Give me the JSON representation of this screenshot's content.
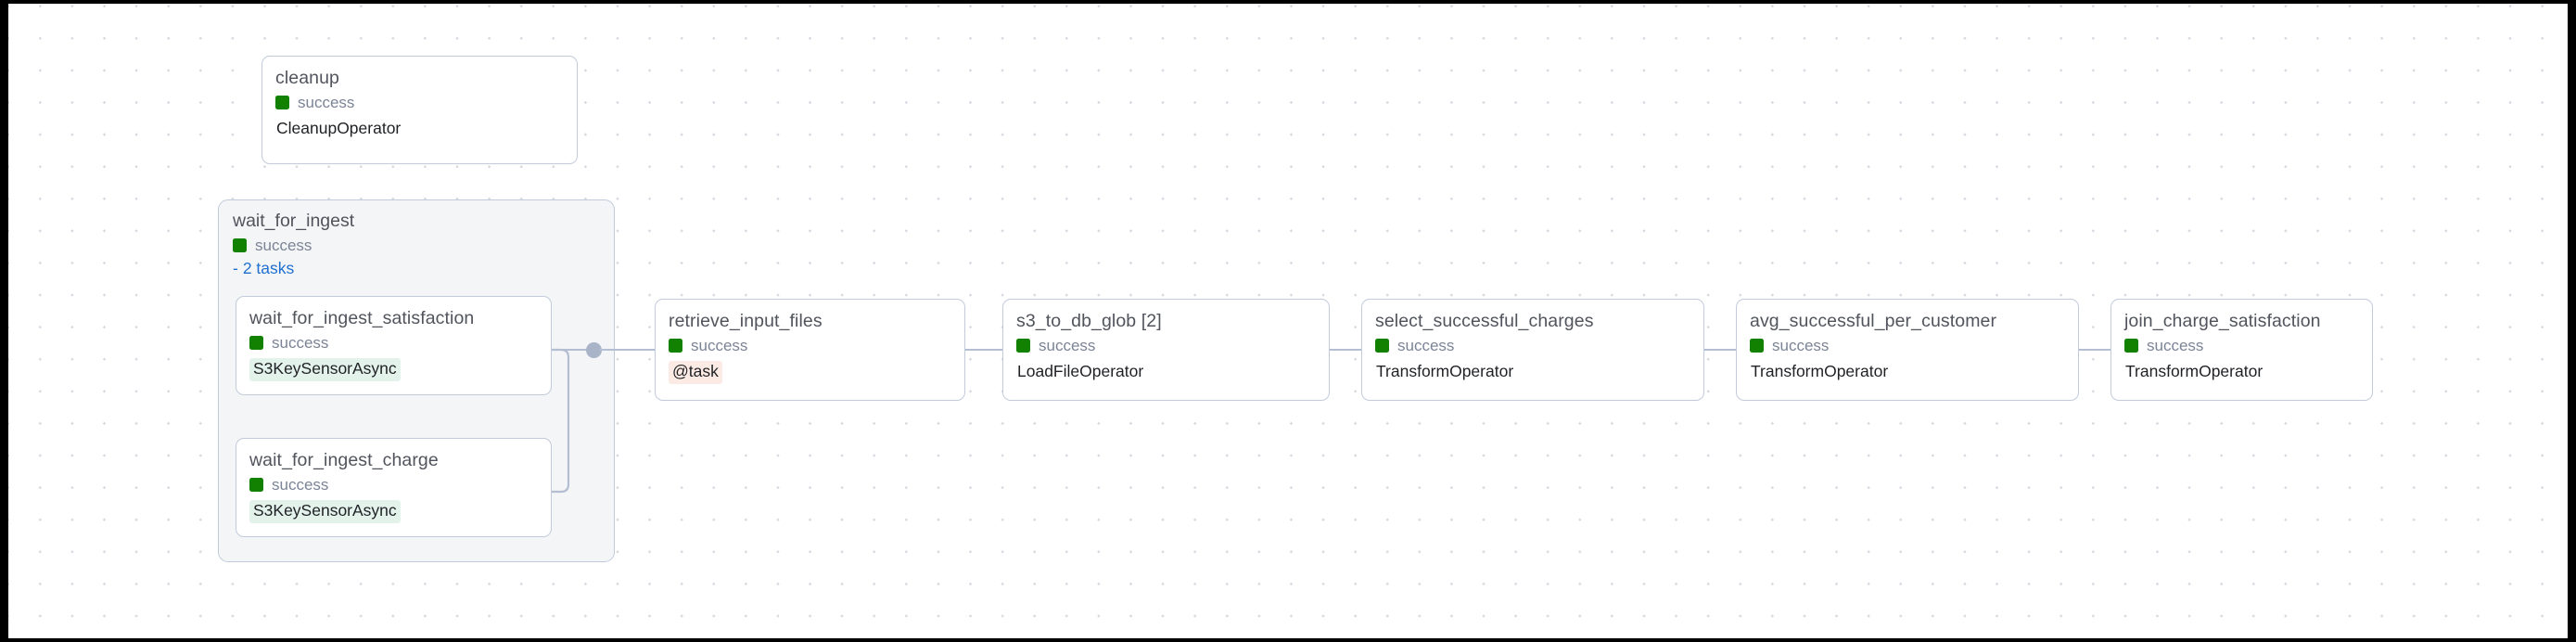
{
  "canvas": {
    "background_color": "#ffffff",
    "grid_dot_color": "#d6d9e0",
    "border_color": "#000000"
  },
  "theme": {
    "node_border": "#c2cbdb",
    "node_background": "#ffffff",
    "group_background": "#f4f5f7",
    "title_color": "#51545c",
    "status_text_color": "#7b8496",
    "success_color": "#128000",
    "link_color": "#1f6fd0",
    "edge_color": "#b4bed2",
    "operator_mint_background": "#e4f2ec",
    "operator_peach_background": "#fcebe4"
  },
  "graph": {
    "standalone_nodes": [
      {
        "id": "cleanup",
        "title": "cleanup",
        "status": "success",
        "status_color": "#128000",
        "operator": "CleanupOperator",
        "operator_style": "plain"
      }
    ],
    "task_group": {
      "id": "wait_for_ingest",
      "title": "wait_for_ingest",
      "status": "success",
      "status_color": "#128000",
      "toggle_sign": "-",
      "toggle_label": "2 tasks",
      "task_count": 2,
      "children": [
        {
          "id": "wait_for_ingest_satisfaction",
          "title": "wait_for_ingest_satisfaction",
          "status": "success",
          "status_color": "#128000",
          "operator": "S3KeySensorAsync",
          "operator_style": "mint"
        },
        {
          "id": "wait_for_ingest_charge",
          "title": "wait_for_ingest_charge",
          "status": "success",
          "status_color": "#128000",
          "operator": "S3KeySensorAsync",
          "operator_style": "mint"
        }
      ]
    },
    "pipeline_nodes": [
      {
        "id": "retrieve_input_files",
        "title": "retrieve_input_files",
        "status": "success",
        "status_color": "#128000",
        "operator": "@task",
        "operator_style": "peach"
      },
      {
        "id": "s3_to_db_glob",
        "title": "s3_to_db_glob [2]",
        "status": "success",
        "status_color": "#128000",
        "operator": "LoadFileOperator",
        "operator_style": "plain"
      },
      {
        "id": "select_successful_charges",
        "title": "select_successful_charges",
        "status": "success",
        "status_color": "#128000",
        "operator": "TransformOperator",
        "operator_style": "plain"
      },
      {
        "id": "avg_successful_per_customer",
        "title": "avg_successful_per_customer",
        "status": "success",
        "status_color": "#128000",
        "operator": "TransformOperator",
        "operator_style": "plain"
      },
      {
        "id": "join_charge_satisfaction",
        "title": "join_charge_satisfaction",
        "status": "success",
        "status_color": "#128000",
        "operator": "TransformOperator",
        "operator_style": "plain"
      }
    ]
  }
}
